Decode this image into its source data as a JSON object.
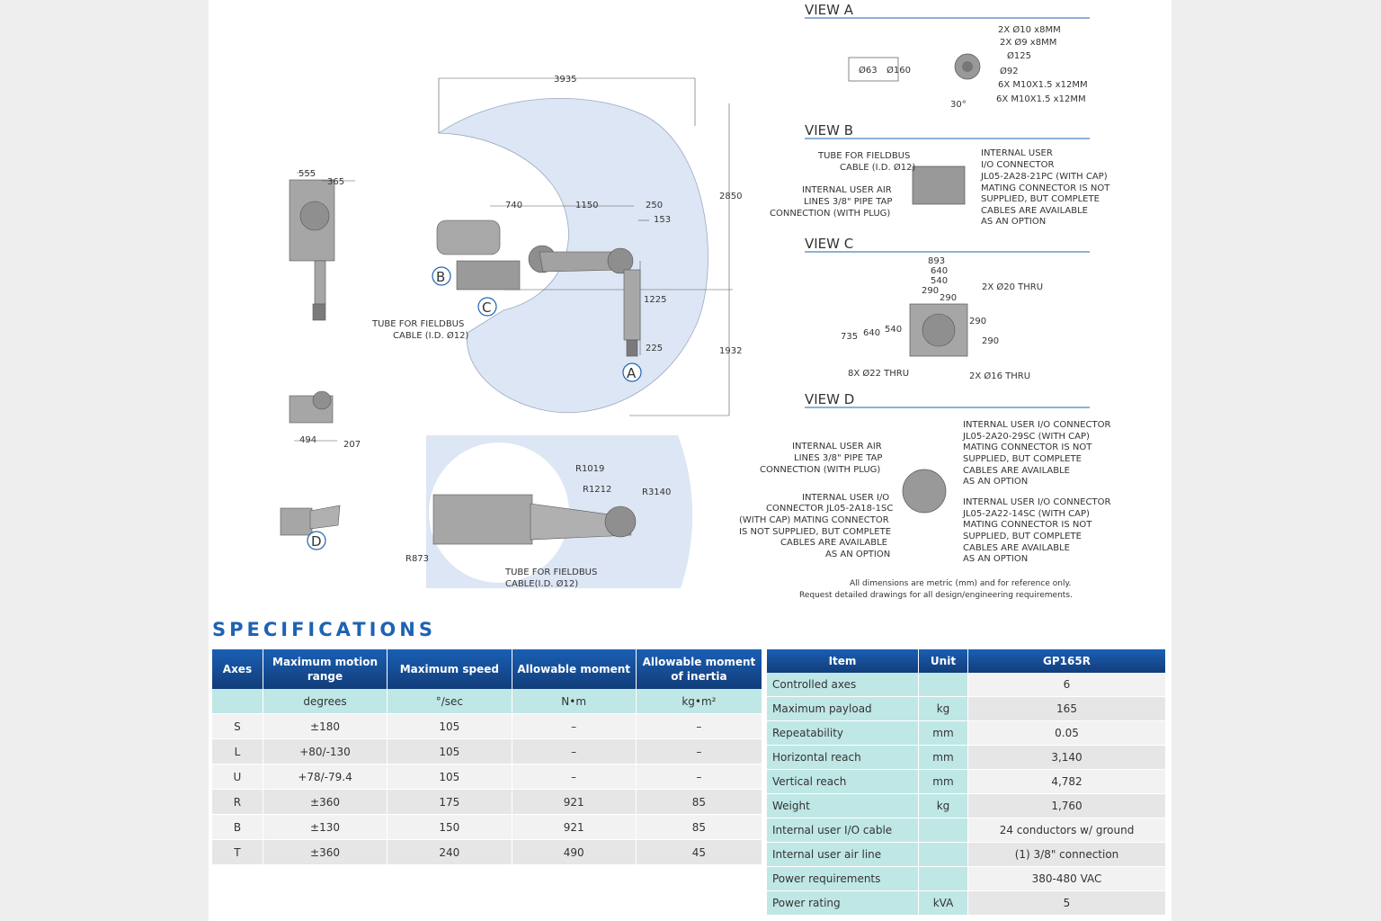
{
  "drawing": {
    "views": {
      "a": {
        "title": "VIEW A",
        "callouts": [
          "2X Ø10 x8MM",
          "2X Ø9 x8MM",
          "Ø125",
          "Ø92",
          "6X M10X1.5 x12MM",
          "6X M10X1.5 x12MM"
        ],
        "dims": [
          "Ø63",
          "Ø160",
          "30°"
        ]
      },
      "b": {
        "title": "VIEW B",
        "left_1": [
          "TUBE FOR FIELDBUS",
          "CABLE (I.D. Ø12)"
        ],
        "left_2": [
          "INTERNAL USER AIR",
          "LINES 3/8\" PIPE TAP",
          "CONNECTION (WITH PLUG)"
        ],
        "right": [
          "INTERNAL USER",
          "I/O CONNECTOR",
          "JL05-2A28-21PC (WITH CAP)",
          "MATING CONNECTOR IS NOT",
          "SUPPLIED, BUT COMPLETE",
          "CABLES ARE AVAILABLE",
          "AS AN OPTION"
        ]
      },
      "c": {
        "title": "VIEW C",
        "dims": [
          "893",
          "640",
          "540",
          "290",
          "290",
          "735",
          "640",
          "540",
          "290",
          "290"
        ],
        "callouts": [
          "2X Ø20 THRU",
          "8X Ø22 THRU",
          "2X Ø16 THRU"
        ]
      },
      "d": {
        "title": "VIEW D",
        "left_1": [
          "INTERNAL USER AIR",
          "LINES 3/8\" PIPE TAP",
          "CONNECTION (WITH PLUG)"
        ],
        "left_2": [
          "INTERNAL USER I/O",
          "CONNECTOR JL05-2A18-1SC",
          "(WITH CAP) MATING CONNECTOR",
          "IS NOT SUPPLIED, BUT COMPLETE",
          "CABLES ARE AVAILABLE",
          "AS AN OPTION"
        ],
        "right_1": [
          "INTERNAL USER I/O CONNECTOR",
          "JL05-2A20-29SC (WITH CAP)",
          "MATING CONNECTOR IS NOT",
          "SUPPLIED, BUT COMPLETE",
          "CABLES ARE AVAILABLE",
          "AS AN OPTION"
        ],
        "right_2": [
          "INTERNAL USER I/O CONNECTOR",
          "JL05-2A22-14SC (WITH CAP)",
          "MATING CONNECTOR IS NOT",
          "SUPPLIED, BUT COMPLETE",
          "CABLES ARE AVAILABLE",
          "AS AN OPTION"
        ]
      }
    },
    "side_view": {
      "dims": [
        "3935",
        "740",
        "1150",
        "250",
        "153",
        "2850",
        "1225",
        "225",
        "1932"
      ],
      "markers": [
        "B",
        "C",
        "A"
      ],
      "tube_label": [
        "TUBE FOR FIELDBUS",
        "CABLE (I.D. Ø12)"
      ]
    },
    "front_view": {
      "dims": [
        "555",
        "365"
      ]
    },
    "small_view": {
      "dims": [
        "494",
        "207"
      ]
    },
    "top_view": {
      "dims": [
        "R1019",
        "R1212",
        "R3140",
        "R873"
      ],
      "marker": "D",
      "tube_label": [
        "TUBE FOR FIELDBUS",
        "CABLE(I.D. Ø12)"
      ]
    },
    "footnote": [
      "All dimensions are metric (mm) and for reference only.",
      "Request detailed drawings for all design/engineering requirements."
    ]
  },
  "specifications": {
    "title": "SPECIFICATIONS",
    "axes_table": {
      "headers": [
        "Axes",
        "Maximum motion range",
        "Maximum speed",
        "Allowable moment",
        "Allowable moment of inertia"
      ],
      "units": [
        "",
        "degrees",
        "°/sec",
        "N•m",
        "kg•m²"
      ],
      "rows": [
        [
          "S",
          "±180",
          "105",
          "–",
          "–"
        ],
        [
          "L",
          "+80/-130",
          "105",
          "–",
          "–"
        ],
        [
          "U",
          "+78/-79.4",
          "105",
          "–",
          "–"
        ],
        [
          "R",
          "±360",
          "175",
          "921",
          "85"
        ],
        [
          "B",
          "±130",
          "150",
          "921",
          "85"
        ],
        [
          "T",
          "±360",
          "240",
          "490",
          "45"
        ]
      ]
    },
    "item_table": {
      "headers": [
        "Item",
        "Unit",
        "GP165R"
      ],
      "rows": [
        [
          "Controlled axes",
          "",
          "6"
        ],
        [
          "Maximum payload",
          "kg",
          "165"
        ],
        [
          "Repeatability",
          "mm",
          "0.05"
        ],
        [
          "Horizontal reach",
          "mm",
          "3,140"
        ],
        [
          "Vertical reach",
          "mm",
          "4,782"
        ],
        [
          "Weight",
          "kg",
          "1,760"
        ],
        [
          "Internal user I/O cable",
          "",
          "24 conductors w/ ground"
        ],
        [
          "Internal user air line",
          "",
          "(1) 3/8\" connection"
        ],
        [
          "Power requirements",
          "",
          "380-480 VAC"
        ],
        [
          "Power rating",
          "kVA",
          "5"
        ]
      ]
    }
  },
  "colors": {
    "accent": "#1d63b3",
    "header_dark": "#123d7a",
    "teal": "#bfe7e6",
    "envelope": "#dde6f4"
  }
}
